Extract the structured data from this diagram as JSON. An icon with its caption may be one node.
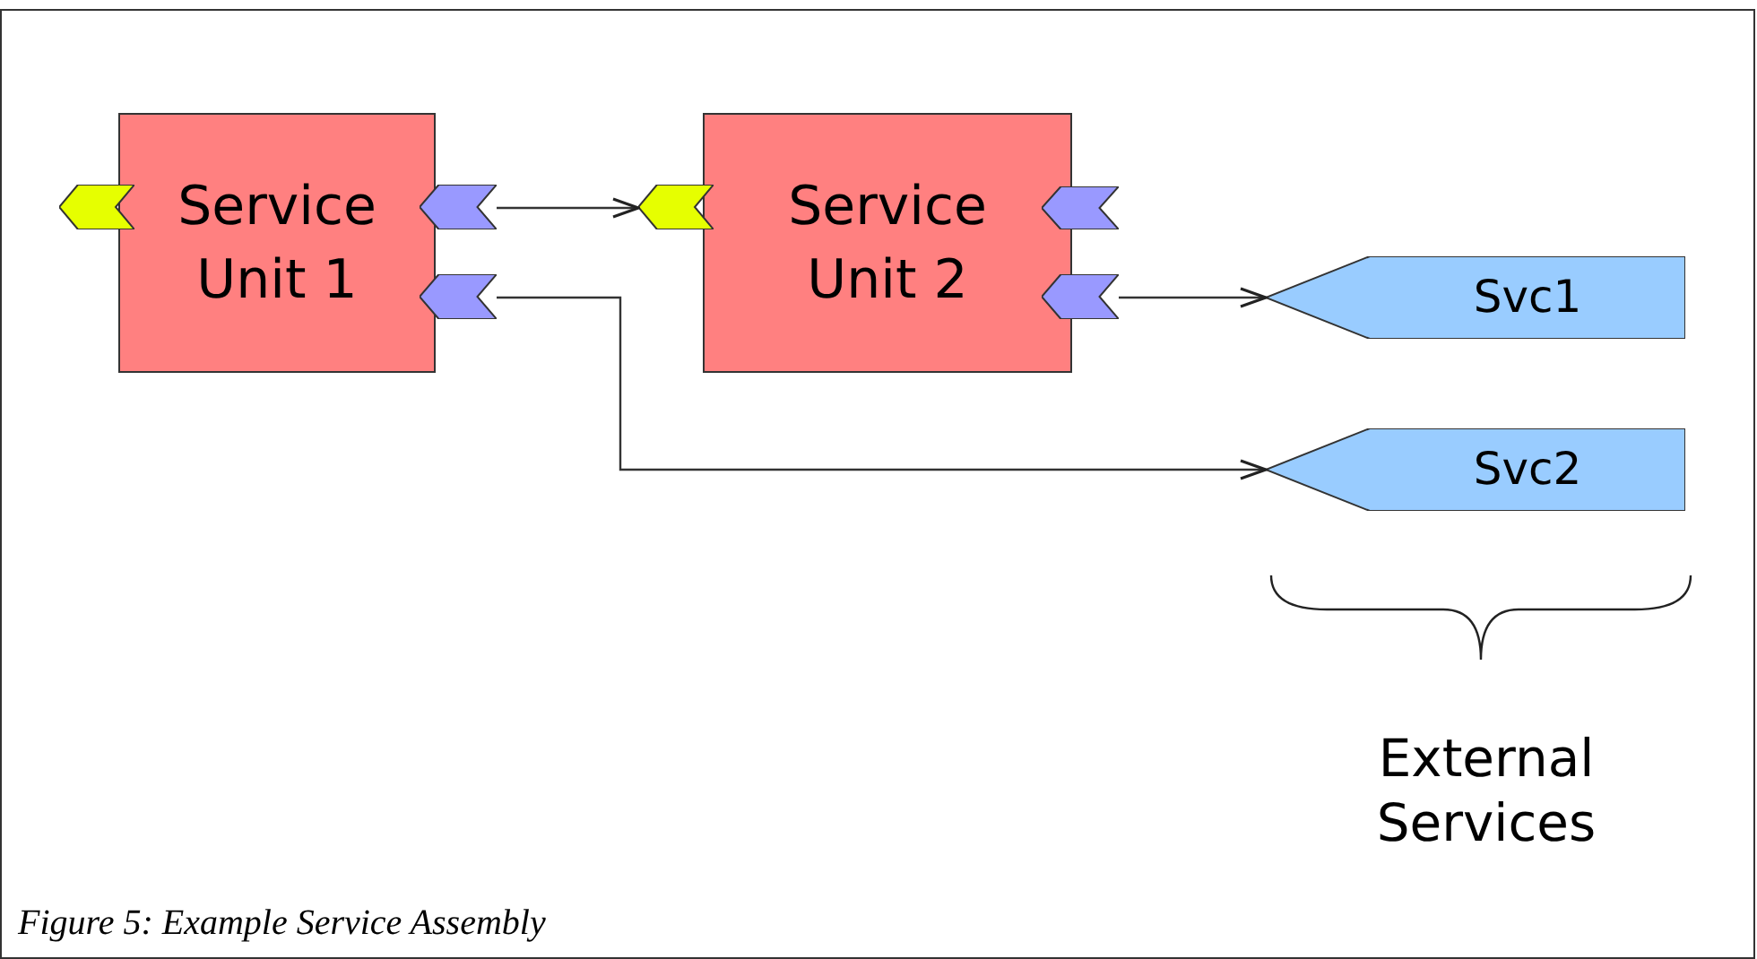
{
  "diagram": {
    "caption": "Figure 5: Example Service Assembly",
    "nodes": [
      {
        "text": [
          "Service Unit 1"
        ]
      },
      {
        "text": [
          "Service Unit 2"
        ]
      },
      {
        "text": [
          "Svc1"
        ]
      },
      {
        "text": [
          "Svc2"
        ]
      }
    ],
    "edges": [
      {
        "from": 0,
        "to": 1,
        "arrow": "to"
      },
      {
        "from": 1,
        "to": 2,
        "arrow": "to"
      },
      {
        "from": 0,
        "to": 3,
        "arrow": "to"
      }
    ],
    "labels": [
      "External Services"
    ]
  }
}
